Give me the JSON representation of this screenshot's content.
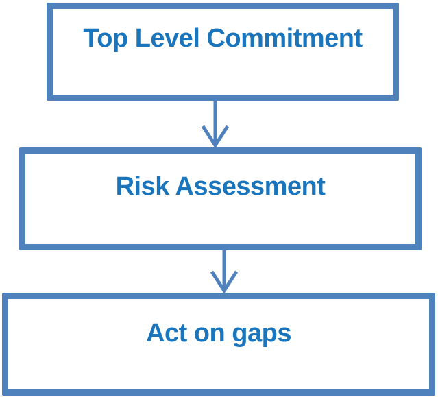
{
  "diagram": {
    "type": "flowchart",
    "boxes": [
      {
        "id": "top-level-commitment",
        "label": "Top Level Commitment"
      },
      {
        "id": "risk-assessment",
        "label": "Risk Assessment"
      },
      {
        "id": "act-on-gaps",
        "label": "Act on gaps"
      }
    ],
    "connectors": [
      {
        "from": "Top Level Commitment",
        "to": "Risk Assessment",
        "direction": "down",
        "style": "open-arrow"
      },
      {
        "from": "Risk Assessment",
        "to": "Act on gaps",
        "direction": "down",
        "style": "open-arrow"
      }
    ]
  },
  "colors": {
    "box_border": "#4f81bd",
    "box_fill": "#ffffff",
    "label_text": "#1b75bc",
    "arrow": "#4f81bd"
  }
}
